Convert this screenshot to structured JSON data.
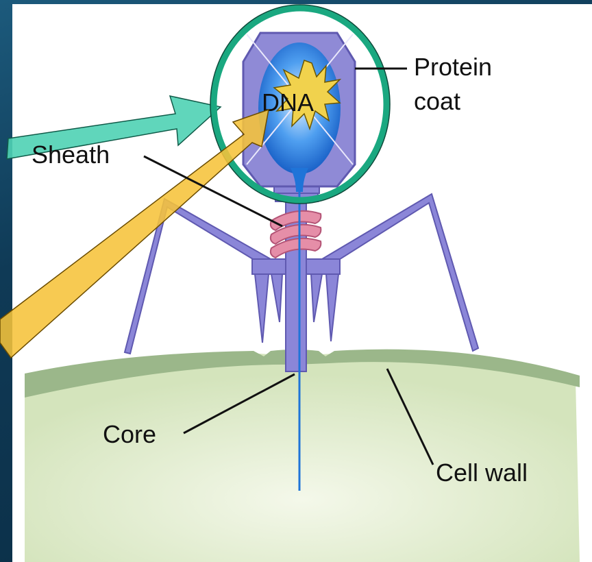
{
  "diagram": {
    "labels": {
      "protein_coat_line1": "Protein",
      "protein_coat_line2": "coat",
      "dna": "DNA",
      "sheath": "Sheath",
      "core": "Core",
      "cell_wall": "Cell wall"
    },
    "colors": {
      "background": "#0e3550",
      "capsid": "#8f8ad6",
      "dna_blue": "#1f74d8",
      "sheath_pink": "#e58ea8",
      "tail": "#8b86d8",
      "cell_wall": "#9bb78a",
      "cell_body": "#dfeac9",
      "teal_arrow": "#4fd1b4",
      "teal_ring": "#1aa880",
      "gold_arrow": "#f6c33a",
      "starburst": "#f1d24d"
    }
  }
}
